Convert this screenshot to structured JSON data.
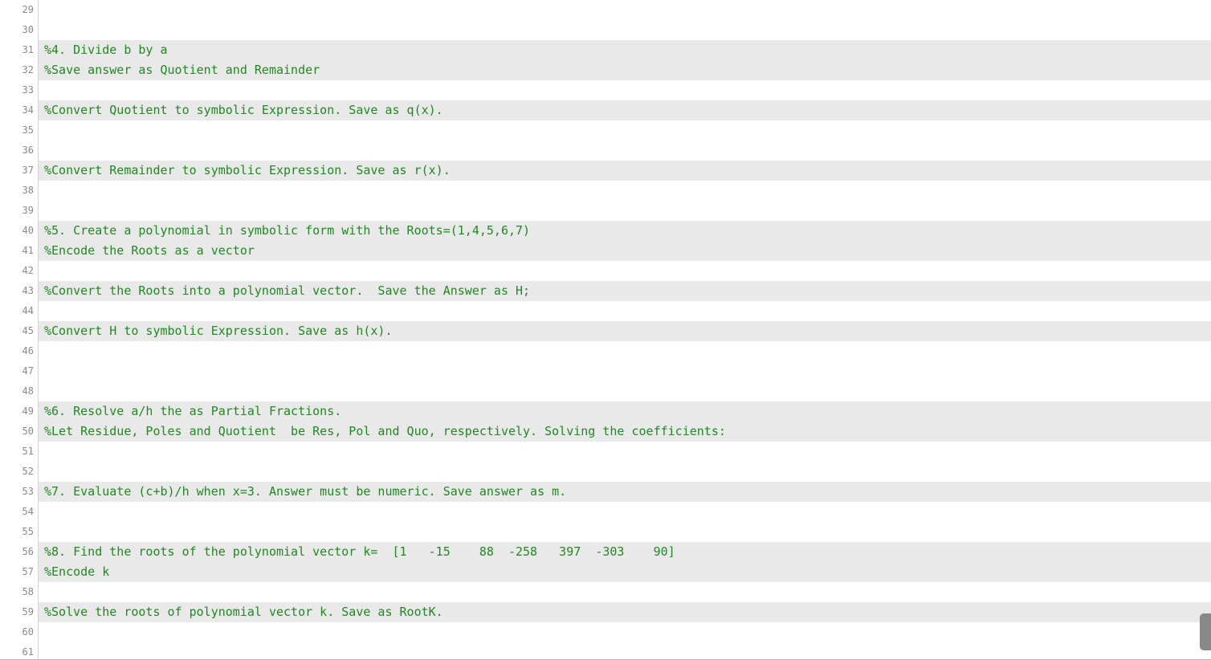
{
  "editor": {
    "lines": [
      {
        "num": "29",
        "text": "",
        "comment": false
      },
      {
        "num": "30",
        "text": "",
        "comment": false
      },
      {
        "num": "31",
        "text": "%4. Divide b by a",
        "comment": true
      },
      {
        "num": "32",
        "text": "%Save answer as Quotient and Remainder",
        "comment": true
      },
      {
        "num": "33",
        "text": "",
        "comment": false
      },
      {
        "num": "34",
        "text": "%Convert Quotient to symbolic Expression. Save as q(x).",
        "comment": true
      },
      {
        "num": "35",
        "text": "",
        "comment": false
      },
      {
        "num": "36",
        "text": "",
        "comment": false
      },
      {
        "num": "37",
        "text": "%Convert Remainder to symbolic Expression. Save as r(x).",
        "comment": true
      },
      {
        "num": "38",
        "text": "",
        "comment": false
      },
      {
        "num": "39",
        "text": "",
        "comment": false
      },
      {
        "num": "40",
        "text": "%5. Create a polynomial in symbolic form with the Roots=(1,4,5,6,7)",
        "comment": true
      },
      {
        "num": "41",
        "text": "%Encode the Roots as a vector",
        "comment": true
      },
      {
        "num": "42",
        "text": "",
        "comment": false
      },
      {
        "num": "43",
        "text": "%Convert the Roots into a polynomial vector.  Save the Answer as H;",
        "comment": true
      },
      {
        "num": "44",
        "text": "",
        "comment": false
      },
      {
        "num": "45",
        "text": "%Convert H to symbolic Expression. Save as h(x).",
        "comment": true
      },
      {
        "num": "46",
        "text": "",
        "comment": false
      },
      {
        "num": "47",
        "text": "",
        "comment": false
      },
      {
        "num": "48",
        "text": "",
        "comment": false
      },
      {
        "num": "49",
        "text": "%6. Resolve a/h the as Partial Fractions.",
        "comment": true
      },
      {
        "num": "50",
        "text": "%Let Residue, Poles and Quotient  be Res, Pol and Quo, respectively. Solving the coefficients:",
        "comment": true
      },
      {
        "num": "51",
        "text": "",
        "comment": false
      },
      {
        "num": "52",
        "text": "",
        "comment": false
      },
      {
        "num": "53",
        "text": "%7. Evaluate (c+b)/h when x=3. Answer must be numeric. Save answer as m.",
        "comment": true
      },
      {
        "num": "54",
        "text": "",
        "comment": false
      },
      {
        "num": "55",
        "text": "",
        "comment": false
      },
      {
        "num": "56",
        "text": "%8. Find the roots of the polynomial vector k=  [1   -15    88  -258   397  -303    90]",
        "comment": true
      },
      {
        "num": "57",
        "text": "%Encode k",
        "comment": true
      },
      {
        "num": "58",
        "text": "",
        "comment": false
      },
      {
        "num": "59",
        "text": "%Solve the roots of polynomial vector k. Save as RootK.",
        "comment": true
      },
      {
        "num": "60",
        "text": "",
        "comment": false
      },
      {
        "num": "61",
        "text": "",
        "comment": false
      }
    ]
  },
  "colors": {
    "comment_text": "#1f8a1f",
    "comment_bg": "#e9e9e9",
    "line_number": "#8a8a8a"
  }
}
